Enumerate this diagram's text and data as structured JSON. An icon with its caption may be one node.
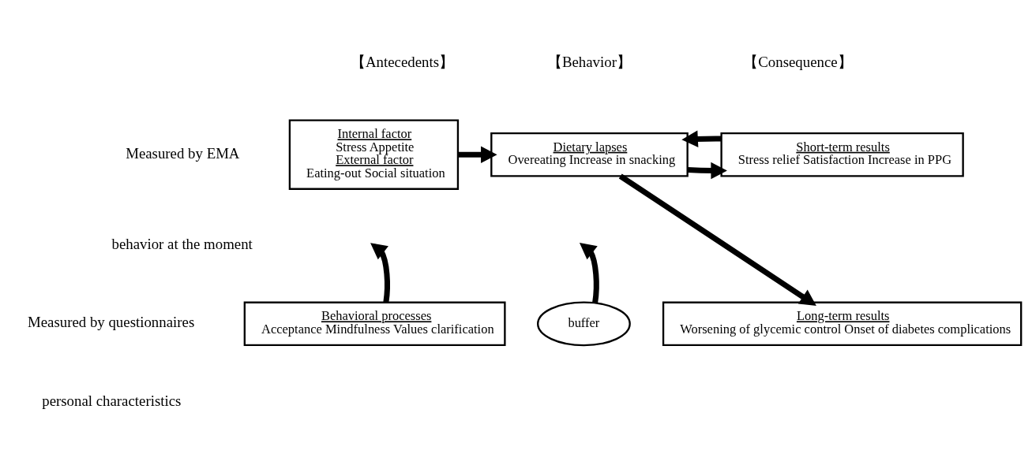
{
  "diagram": {
    "nodes": [
      {
        "text": [
          "Internal factor",
          "Stress Appetite",
          "External factor",
          "Eating-out Social situation"
        ]
      },
      {
        "text": [
          "Dietary lapses",
          "Overeating Increase in snacking"
        ]
      },
      {
        "text": [
          "Short-term results",
          "Stress relief Satisfaction Increase in PPG"
        ]
      },
      {
        "text": [
          "Behavioral processes",
          "Acceptance Mindfulness Values clarification"
        ]
      },
      {
        "text": [
          "buffer"
        ]
      },
      {
        "text": [
          "Long-term results",
          "Worsening of glycemic control Onset of diabetes complications"
        ]
      }
    ],
    "edges": [
      {
        "from": 0,
        "to": 1,
        "arrow": "to"
      },
      {
        "from": 1,
        "to": 2,
        "arrow": "to"
      },
      {
        "from": 2,
        "to": 1,
        "arrow": "to"
      },
      {
        "from": 3,
        "to": null,
        "arrow": "to"
      },
      {
        "from": 4,
        "to": null,
        "arrow": "to"
      },
      {
        "from": 1,
        "to": 5,
        "arrow": "to"
      }
    ],
    "labels": [
      "【Antecedents】",
      "【Behavior】",
      "【Consequence】",
      "Measured by EMA",
      "behavior at the moment",
      "Measured by questionnaires",
      "personal characteristics"
    ]
  }
}
